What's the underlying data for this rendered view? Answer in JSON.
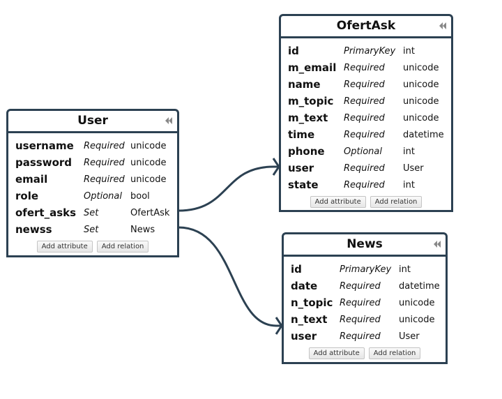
{
  "entities": {
    "user": {
      "title": "User",
      "attributes": [
        {
          "name": "username",
          "req": "Required",
          "type": "unicode"
        },
        {
          "name": "password",
          "req": "Required",
          "type": "unicode"
        },
        {
          "name": "email",
          "req": "Required",
          "type": "unicode"
        },
        {
          "name": "role",
          "req": "Optional",
          "type": "bool"
        },
        {
          "name": "ofert_asks",
          "req": "Set",
          "type": "OfertAsk"
        },
        {
          "name": "newss",
          "req": "Set",
          "type": "News"
        }
      ],
      "add_attribute": "Add attribute",
      "add_relation": "Add relation"
    },
    "ofertask": {
      "title": "OfertAsk",
      "attributes": [
        {
          "name": "id",
          "req": "PrimaryKey",
          "type": "int"
        },
        {
          "name": "m_email",
          "req": "Required",
          "type": "unicode"
        },
        {
          "name": "name",
          "req": "Required",
          "type": "unicode"
        },
        {
          "name": "m_topic",
          "req": "Required",
          "type": "unicode"
        },
        {
          "name": "m_text",
          "req": "Required",
          "type": "unicode"
        },
        {
          "name": "time",
          "req": "Required",
          "type": "datetime"
        },
        {
          "name": "phone",
          "req": "Optional",
          "type": "int"
        },
        {
          "name": "user",
          "req": "Required",
          "type": "User"
        },
        {
          "name": "state",
          "req": "Required",
          "type": "int"
        }
      ],
      "add_attribute": "Add attribute",
      "add_relation": "Add relation"
    },
    "news": {
      "title": "News",
      "attributes": [
        {
          "name": "id",
          "req": "PrimaryKey",
          "type": "int"
        },
        {
          "name": "date",
          "req": "Required",
          "type": "datetime"
        },
        {
          "name": "n_topic",
          "req": "Required",
          "type": "unicode"
        },
        {
          "name": "n_text",
          "req": "Required",
          "type": "unicode"
        },
        {
          "name": "user",
          "req": "Required",
          "type": "User"
        }
      ],
      "add_attribute": "Add attribute",
      "add_relation": "Add relation"
    }
  },
  "relations": [
    {
      "from": "User.ofert_asks",
      "to": "OfertAsk.user"
    },
    {
      "from": "User.newss",
      "to": "News.user"
    }
  ],
  "colors": {
    "border": "#2c4152",
    "link": "#2c4152"
  }
}
